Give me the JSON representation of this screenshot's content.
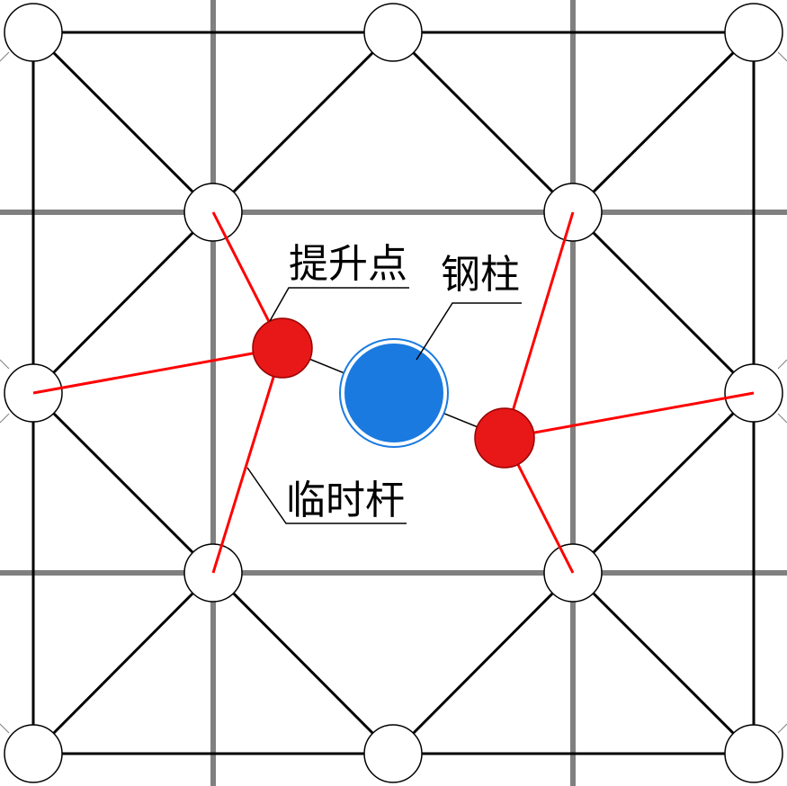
{
  "labels": {
    "lifting_point": "提升点",
    "steel_column": "钢柱",
    "temporary_rod": "临时杆"
  },
  "colors": {
    "background": "#ffffff",
    "grid_line": "#808080",
    "truss_line": "#000000",
    "node_fill": "#ffffff",
    "node_stroke": "#000000",
    "temporary_rod": "#ff0000",
    "lifting_point": "#e81818",
    "steel_column": "#1a7ae0",
    "leader_line": "#000000"
  }
}
